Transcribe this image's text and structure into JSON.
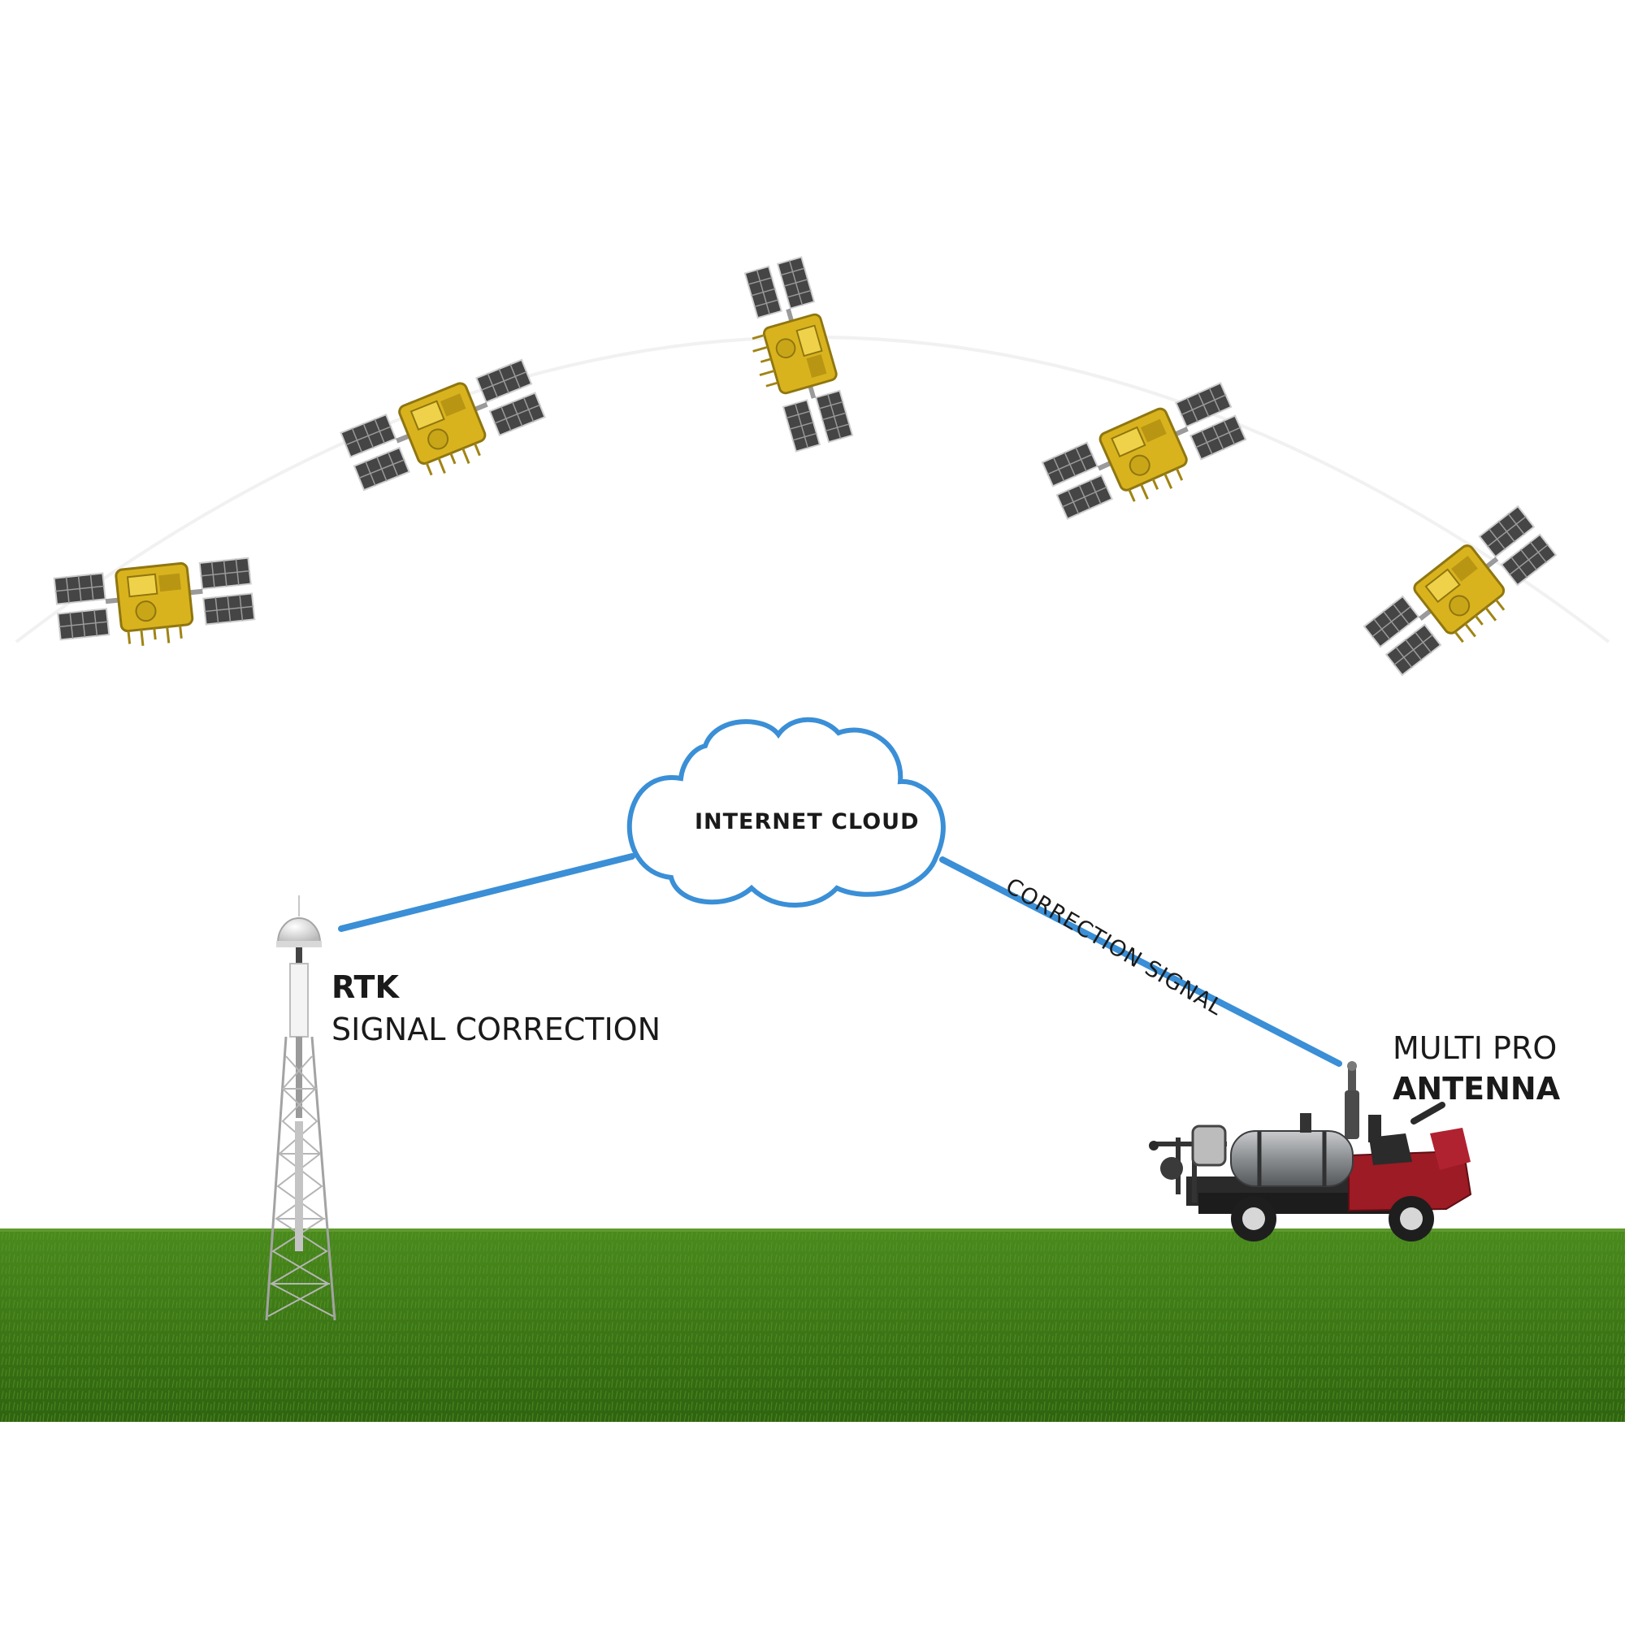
{
  "labels": {
    "cloud": "INTERNET CLOUD",
    "correction_signal": "CORRECTION SIGNAL",
    "rtk_title": "RTK",
    "rtk_subtitle": "SIGNAL CORRECTION",
    "vehicle_title": "MULTI PRO",
    "vehicle_subtitle": "ANTENNA"
  },
  "colors": {
    "link_line": "#3a8fd6",
    "cloud_outline": "#3a8fd6",
    "grass_top": "#3f7a17",
    "grass_bottom": "#2d5e0e",
    "solar_panel": "#4a4a4a",
    "satellite_body": "#d8b21c",
    "vehicle_body": "#9c1b24",
    "tank": "#8a8d90"
  },
  "scene": {
    "satellite_count": 5
  }
}
